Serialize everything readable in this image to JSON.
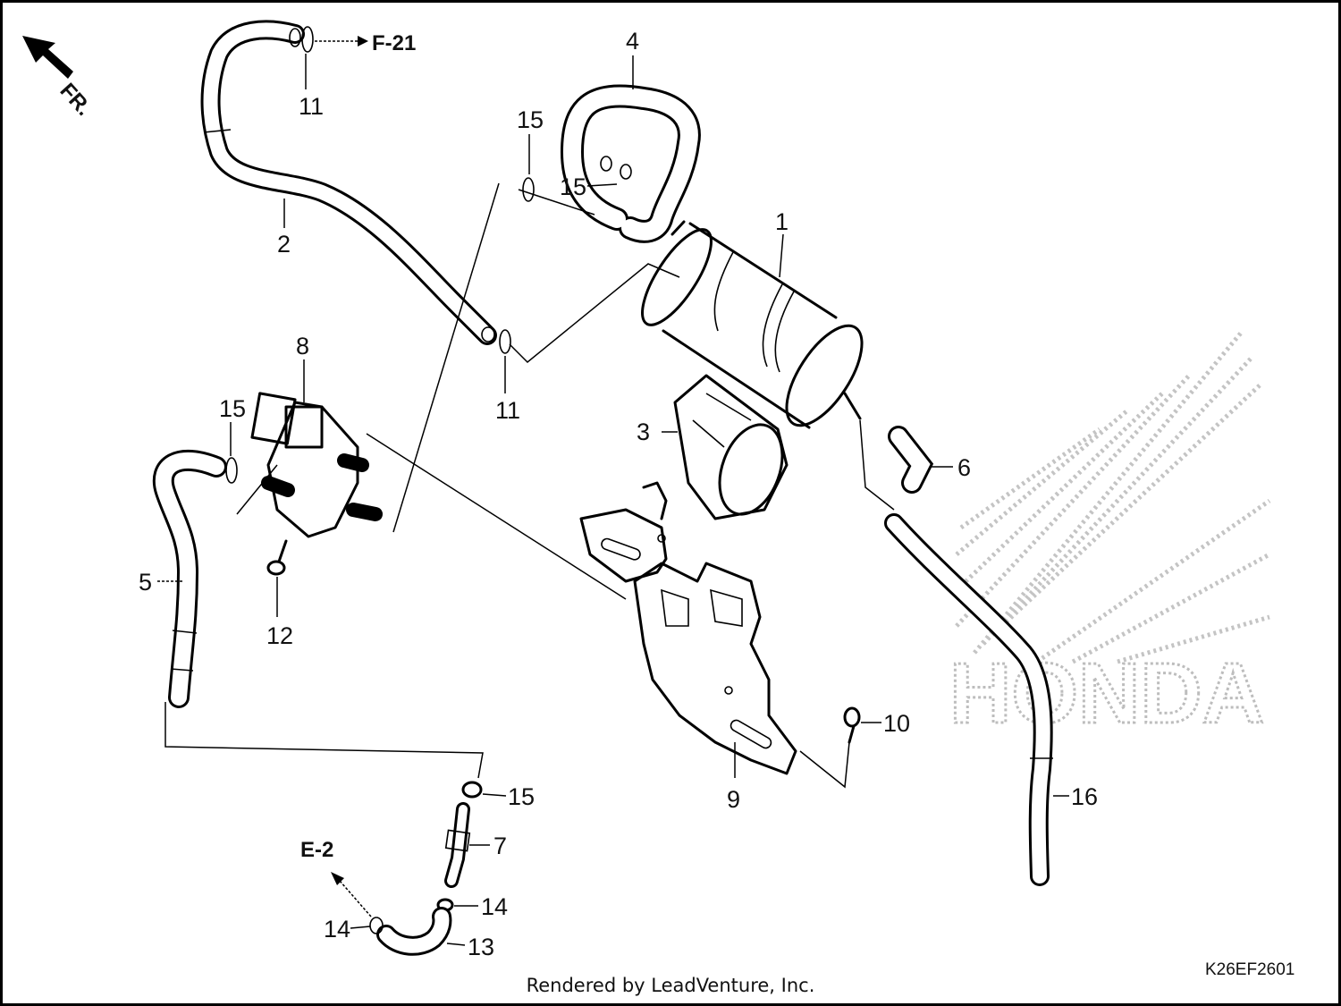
{
  "diagram": {
    "front_label": "FR.",
    "ref_f21": "F-21",
    "ref_e2": "E-2",
    "watermark": "HONDA",
    "callouts": {
      "c1": "1",
      "c2": "2",
      "c3": "3",
      "c4": "4",
      "c5": "5",
      "c6": "6",
      "c7": "7",
      "c8": "8",
      "c9": "9",
      "c10": "10",
      "c11a": "11",
      "c11b": "11",
      "c12": "12",
      "c13": "13",
      "c14a": "14",
      "c14b": "14",
      "c15a": "15",
      "c15b": "15",
      "c15c": "15",
      "c15d": "15",
      "c16": "16"
    },
    "footer": "Rendered by LeadVenture, Inc.",
    "drawing_code": "K26EF2601"
  }
}
